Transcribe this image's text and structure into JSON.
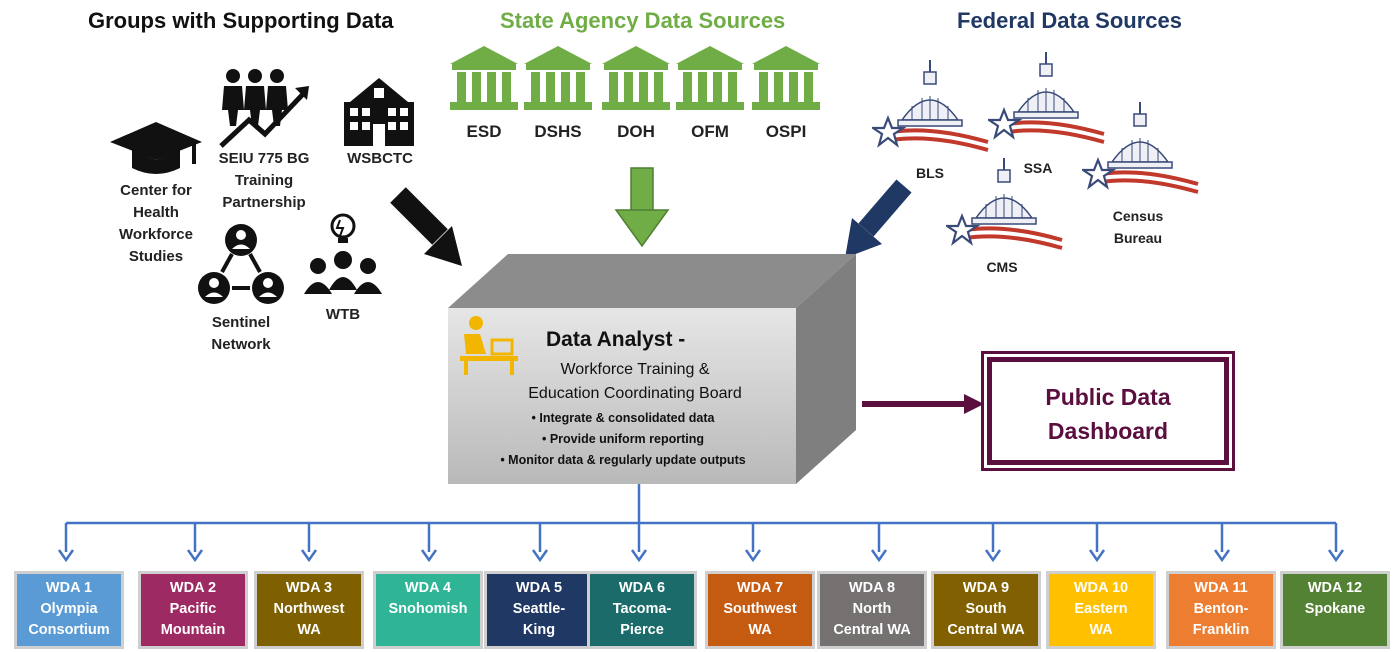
{
  "headings": {
    "groups": "Groups with Supporting Data",
    "state": "State Agency Data Sources",
    "federal": "Federal Data Sources"
  },
  "groups": [
    {
      "name": "Center for\nHealth\nWorkforce\nStudies",
      "icon": "graduation-cap-icon"
    },
    {
      "name": "SEIU 775 BG\nTraining\nPartnership",
      "icon": "people-growth-icon"
    },
    {
      "name": "WSBCTC",
      "icon": "school-building-icon"
    },
    {
      "name": "Sentinel\nNetwork",
      "icon": "network-icon"
    },
    {
      "name": "WTB",
      "icon": "team-idea-icon"
    }
  ],
  "state_sources": [
    "ESD",
    "DSHS",
    "DOH",
    "OFM",
    "OSPI"
  ],
  "federal_sources": [
    "BLS",
    "SSA",
    "Census\nBureau",
    "CMS"
  ],
  "analyst": {
    "title": "Data Analyst -",
    "subtitle": "Workforce Training  &\nEducation Coordinating  Board",
    "tasks": [
      "Integrate & consolidated data",
      "Provide uniform reporting",
      "Monitor data & regularly update outputs"
    ]
  },
  "dashboard": "Public Data\nDashboard",
  "wdas": [
    {
      "label": "WDA 1\nOlympia\nConsortium",
      "color": "#5b9bd5"
    },
    {
      "label": "WDA 2\nPacific\nMountain",
      "color": "#9e2a63"
    },
    {
      "label": "WDA 3\nNorthwest\nWA",
      "color": "#7f6000"
    },
    {
      "label": "WDA 4\nSnohomish",
      "color": "#2fb596"
    },
    {
      "label": "WDA 5\nSeattle-\nKing",
      "color": "#1f3864"
    },
    {
      "label": "WDA 6\nTacoma-\nPierce",
      "color": "#1b6b6b"
    },
    {
      "label": "WDA 7\nSouthwest\nWA",
      "color": "#c55a11"
    },
    {
      "label": "WDA 8\nNorth\nCentral WA",
      "color": "#767171"
    },
    {
      "label": "WDA 9\nSouth\nCentral WA",
      "color": "#806000"
    },
    {
      "label": "WDA 10\nEastern\nWA",
      "color": "#ffc000"
    },
    {
      "label": "WDA 11\nBenton-\nFranklin",
      "color": "#ed7d31"
    },
    {
      "label": "WDA 12\nSpokane",
      "color": "#548235"
    }
  ]
}
